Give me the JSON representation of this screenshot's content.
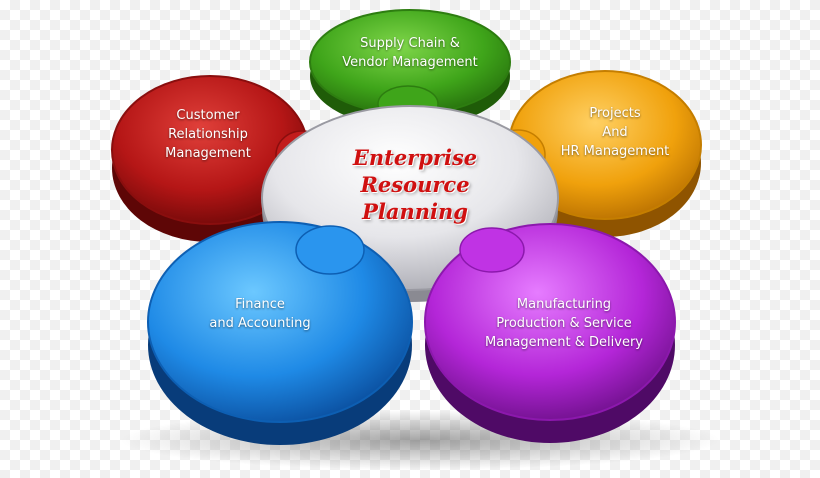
{
  "center": {
    "lines": [
      "Enterprise",
      "Resource",
      "Planning"
    ],
    "color": "#d01010"
  },
  "modules": {
    "supply_chain": {
      "lines": [
        "Supply Chain &",
        "Vendor Management"
      ],
      "color": "#3fa51a"
    },
    "crm": {
      "lines": [
        "Customer",
        "Relationship",
        "Management"
      ],
      "color": "#b51616"
    },
    "projects_hr": {
      "lines": [
        "Projects",
        "And",
        "HR Management"
      ],
      "color": "#f0a10c"
    },
    "finance": {
      "lines": [
        "Finance",
        "and Accounting"
      ],
      "color": "#1f8ae6"
    },
    "manufacturing": {
      "lines": [
        "Manufacturing",
        "Production & Service",
        "Management & Delivery"
      ],
      "color": "#b426d8"
    }
  }
}
